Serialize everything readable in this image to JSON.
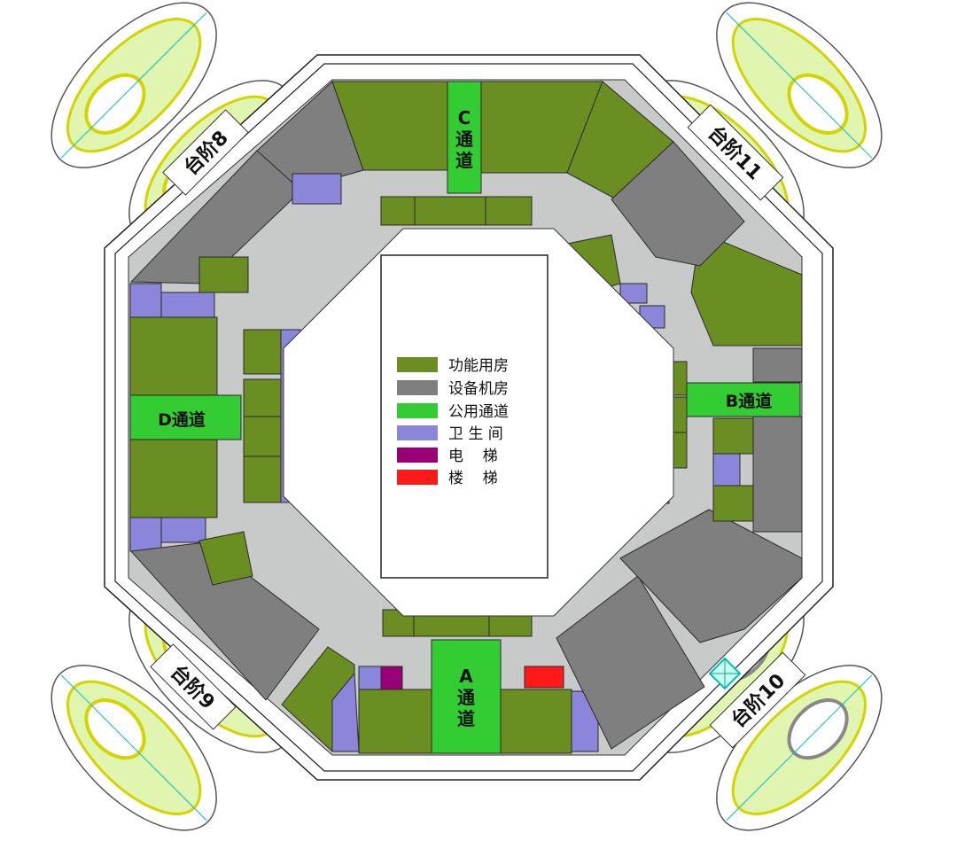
{
  "colors": {
    "functional": "#6b8e23",
    "equipment": "#7f7f7f",
    "corridor_public": "#33cc33",
    "restroom": "#8b86d9",
    "elevator": "#990077",
    "staircase": "#ff1a1a",
    "circulation": "#c8c9c9",
    "outline": "#222222"
  },
  "legend": [
    {
      "label": "功能用房",
      "color_key": "functional"
    },
    {
      "label": "设备机房",
      "color_key": "equipment"
    },
    {
      "label": "公用通道",
      "color_key": "corridor_public"
    },
    {
      "label": "卫 生 间",
      "color_key": "restroom"
    },
    {
      "label": "电    梯",
      "color_key": "elevator"
    },
    {
      "label": "楼    梯",
      "color_key": "staircase"
    }
  ],
  "passages": {
    "a": {
      "letter": "A",
      "line1": "通",
      "line2": "道"
    },
    "b": {
      "label": "B通道"
    },
    "c": {
      "letter": "C",
      "line1": "通",
      "line2": "道"
    },
    "d": {
      "label": "D通道"
    }
  },
  "stairs": {
    "s8": "台阶8",
    "s9": "台阶9",
    "s10": "台阶10",
    "s11": "台阶11"
  }
}
